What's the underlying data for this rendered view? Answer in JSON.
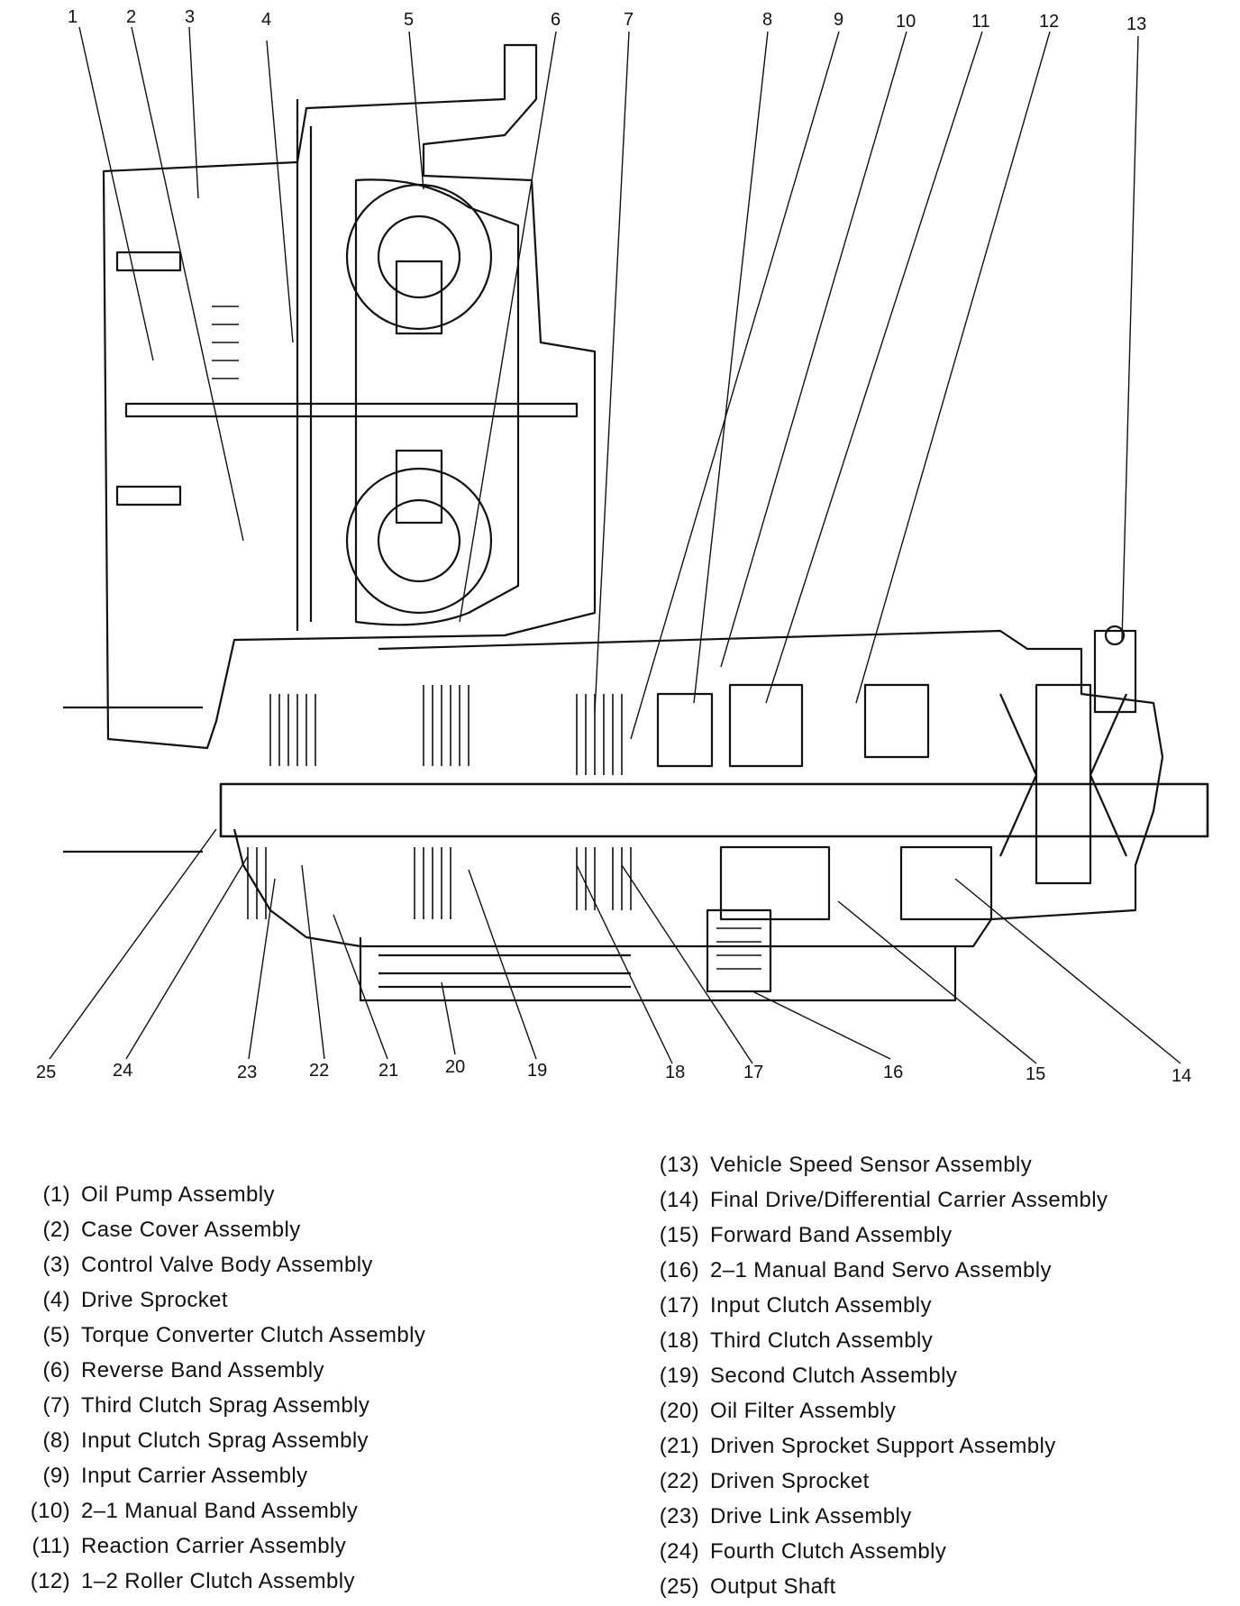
{
  "diagram": {
    "callouts": [
      "1",
      "2",
      "3",
      "4",
      "5",
      "6",
      "7",
      "8",
      "9",
      "10",
      "11",
      "12",
      "13",
      "14",
      "15",
      "16",
      "17",
      "18",
      "19",
      "20",
      "21",
      "22",
      "23",
      "24",
      "25"
    ]
  },
  "legend": {
    "left": [
      {
        "num": "(1)",
        "label": "Oil Pump Assembly"
      },
      {
        "num": "(2)",
        "label": "Case Cover Assembly"
      },
      {
        "num": "(3)",
        "label": "Control Valve Body Assembly"
      },
      {
        "num": "(4)",
        "label": "Drive Sprocket"
      },
      {
        "num": "(5)",
        "label": "Torque Converter Clutch Assembly"
      },
      {
        "num": "(6)",
        "label": "Reverse Band Assembly"
      },
      {
        "num": "(7)",
        "label": "Third Clutch Sprag Assembly"
      },
      {
        "num": "(8)",
        "label": "Input Clutch Sprag Assembly"
      },
      {
        "num": "(9)",
        "label": "Input Carrier Assembly"
      },
      {
        "num": "(10)",
        "label": "2–1 Manual Band Assembly"
      },
      {
        "num": "(11)",
        "label": "Reaction Carrier Assembly"
      },
      {
        "num": "(12)",
        "label": "1–2 Roller Clutch Assembly"
      }
    ],
    "right": [
      {
        "num": "(13)",
        "label": "Vehicle Speed Sensor Assembly"
      },
      {
        "num": "(14)",
        "label": "Final Drive/Differential Carrier Assembly"
      },
      {
        "num": "(15)",
        "label": "Forward Band Assembly"
      },
      {
        "num": "(16)",
        "label": "2–1 Manual Band Servo Assembly"
      },
      {
        "num": "(17)",
        "label": "Input Clutch Assembly"
      },
      {
        "num": "(18)",
        "label": "Third Clutch Assembly"
      },
      {
        "num": "(19)",
        "label": "Second Clutch Assembly"
      },
      {
        "num": "(20)",
        "label": "Oil Filter Assembly"
      },
      {
        "num": "(21)",
        "label": "Driven Sprocket Support Assembly"
      },
      {
        "num": "(22)",
        "label": "Driven Sprocket"
      },
      {
        "num": "(23)",
        "label": "Drive Link Assembly"
      },
      {
        "num": "(24)",
        "label": "Fourth Clutch Assembly"
      },
      {
        "num": "(25)",
        "label": "Output Shaft"
      }
    ]
  }
}
